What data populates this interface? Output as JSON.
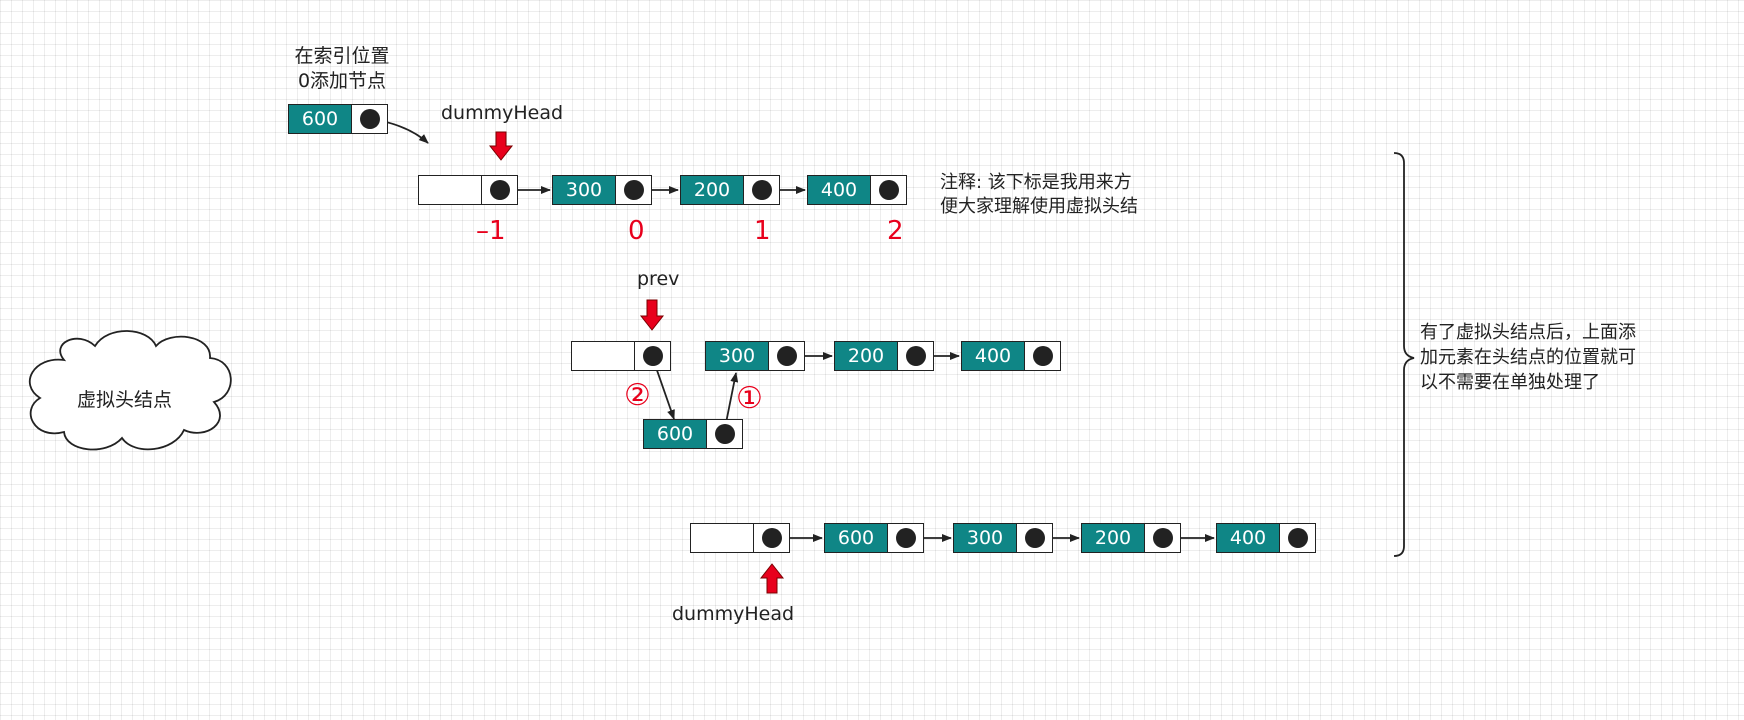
{
  "top_note": "在索引位置\n0添加节点",
  "dummy_head_top": "dummyHead",
  "dummy_head_bottom": "dummyHead",
  "prev_label": "prev",
  "cloud_label": "虚拟头结点",
  "annotation": "注释: 该下标是我用来方\n便大家理解使用虚拟头结",
  "conclusion": "有了虚拟头结点后，上面添\n加元素在头结点的位置就可\n以不需要在单独处理了",
  "step_1": "①",
  "step_2": "②",
  "index_labels": [
    "–1",
    "0",
    "1",
    "2"
  ],
  "new_node_top": "600",
  "row1_nodes": [
    "",
    "300",
    "200",
    "400"
  ],
  "row2_prev_node": "",
  "row2_nodes": [
    "300",
    "200",
    "400"
  ],
  "row2_inserted": "600",
  "row3_nodes": [
    "",
    "600",
    "300",
    "200",
    "400"
  ],
  "colors": {
    "node_fill": "#0f8686",
    "marker_red": "#e8001c",
    "line": "#222222"
  }
}
